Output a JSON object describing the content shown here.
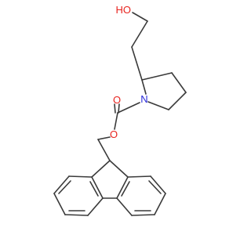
{
  "atoms": {
    "hydroxyl": {
      "text": "HO",
      "color": "#e8231e"
    },
    "ring_nitrogen": {
      "text": "N",
      "color": "#2a2ad8"
    },
    "carbonyl_oxygen": {
      "text": "O",
      "color": "#e8231e"
    },
    "ester_oxygen": {
      "text": "O",
      "color": "#e8231e"
    }
  },
  "colors": {
    "bond": "#3a3a3a",
    "background": "#ffffff"
  }
}
